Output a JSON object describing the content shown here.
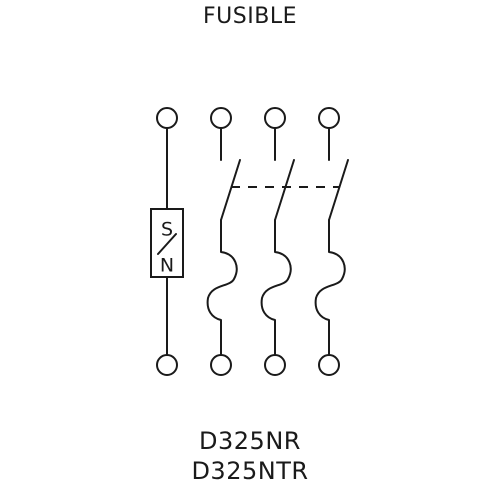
{
  "diagram": {
    "title": "FUSIBLE",
    "neutral_label_top": "S",
    "neutral_label_bottom": "N",
    "neutral_divider": "/",
    "model_numbers": [
      "D325NR",
      "D325NTR"
    ]
  }
}
